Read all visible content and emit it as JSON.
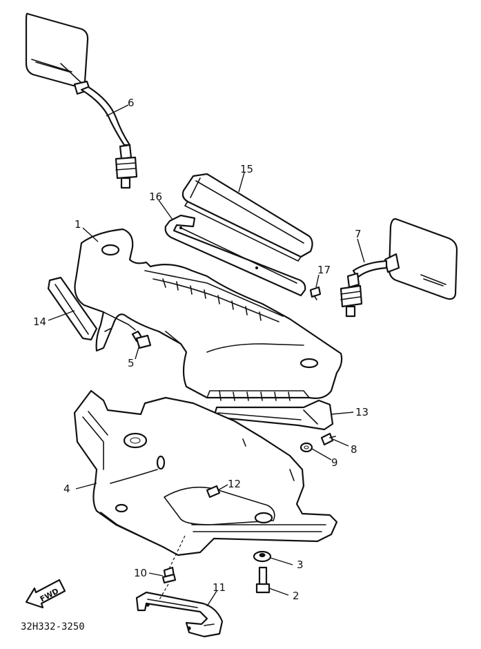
{
  "diagram": {
    "callouts": [
      "1",
      "2",
      "3",
      "4",
      "5",
      "6",
      "7",
      "8",
      "9",
      "10",
      "11",
      "12",
      "13",
      "14",
      "15",
      "16",
      "17"
    ],
    "fwd_label": "FWD",
    "drawing_code": "32H332-3250"
  }
}
